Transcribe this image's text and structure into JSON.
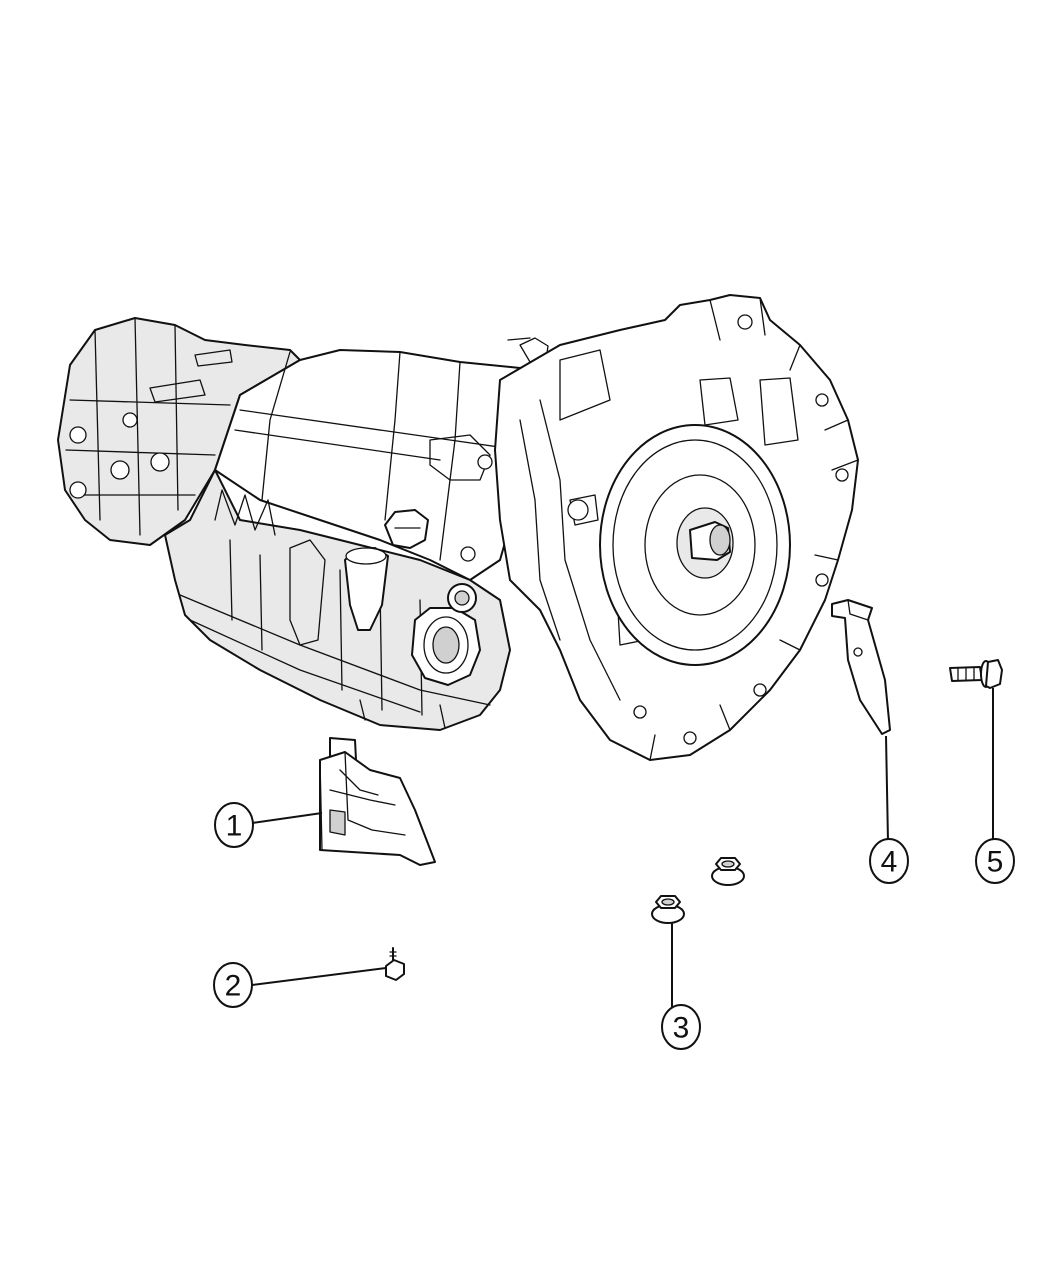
{
  "callouts": [
    {
      "number": "1"
    },
    {
      "number": "2"
    },
    {
      "number": "3"
    },
    {
      "number": "4"
    },
    {
      "number": "5"
    }
  ],
  "components": {
    "main_assembly": "transmission-icon",
    "part_1": "heat-shield-icon",
    "part_2": "bolt-icon",
    "part_3": "nut-icon",
    "part_4": "bracket-icon",
    "part_5": "flange-bolt-icon"
  }
}
